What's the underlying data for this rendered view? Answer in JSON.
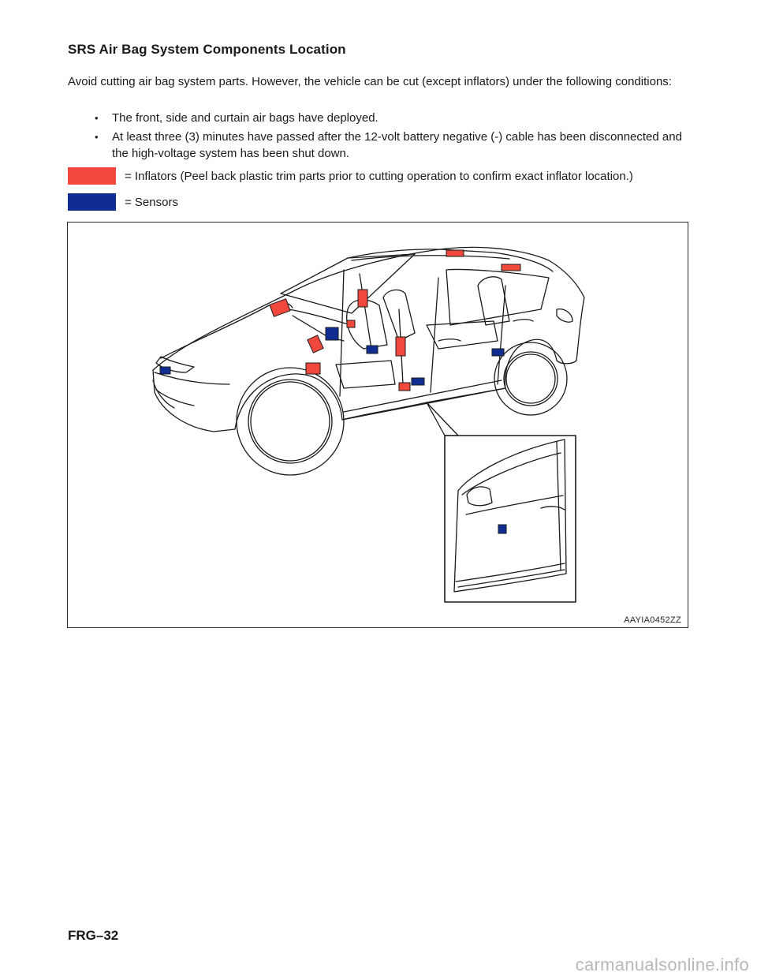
{
  "page": {
    "title": "SRS Air Bag System Components Location",
    "intro": "Avoid cutting air bag system parts. However, the vehicle can be cut (except inflators) under the following conditions:",
    "bullets": [
      "The front, side and curtain air bags have deployed.",
      "At least three (3) minutes have passed after the 12-volt battery negative (-) cable has been disconnected and the high-voltage system has been shut down."
    ],
    "footer_label": "FRG–32"
  },
  "legend": {
    "inflators": {
      "label": "= Inflators (Peel back plastic trim parts prior to cutting operation to confirm exact inflator location.)",
      "color": "#f0483c"
    },
    "sensors": {
      "label": "= Sensors",
      "color": "#0f2d92"
    }
  },
  "figure": {
    "code": "AAYIA0452ZZ",
    "line_color": "#1a1a1a"
  },
  "watermark": "carmanualsonline.info"
}
